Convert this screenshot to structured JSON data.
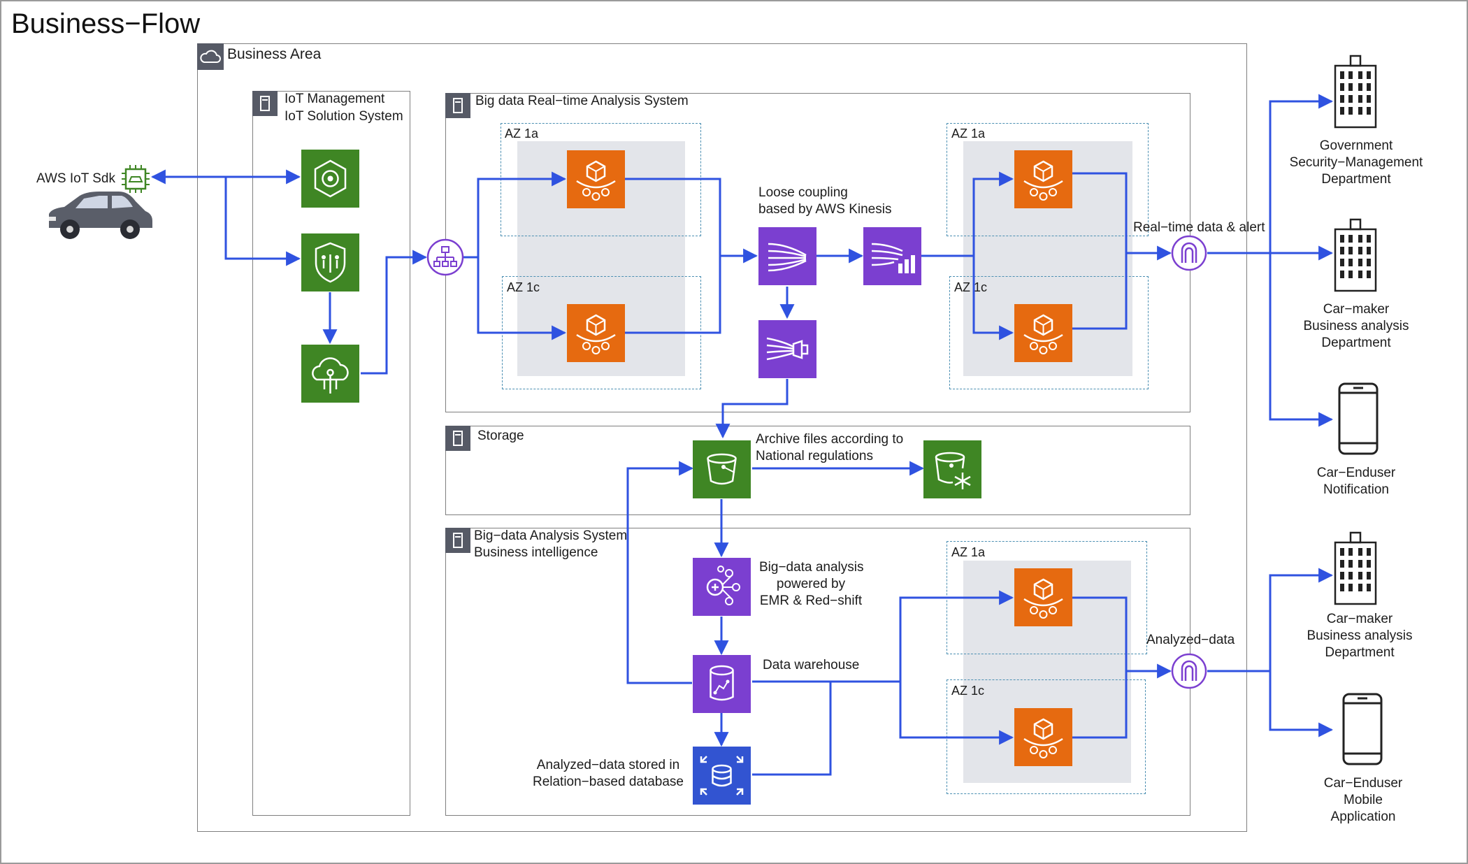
{
  "title": "Business−Flow",
  "business_area": "Business Area",
  "iot_group": {
    "line1": "IoT Management",
    "line2": "IoT Solution System"
  },
  "aws_iot_sdk": "AWS IoT Sdk",
  "realtime_group": "Big data Real−time Analysis System",
  "az": {
    "a": "AZ 1a",
    "c": "AZ 1c"
  },
  "kinesis": {
    "line1": "Loose coupling",
    "line2": "based by AWS Kinesis"
  },
  "realtime_alert": "Real−time data & alert",
  "storage_group": "Storage",
  "archive": {
    "line1": "Archive files according to",
    "line2": "National regulations"
  },
  "analysis_group": {
    "line1": "Big−data Analysis System",
    "line2": "Business intelligence"
  },
  "emr": {
    "line1": "Big−data analysis",
    "line2": "powered by",
    "line3": "EMR & Red−shift"
  },
  "warehouse": "Data warehouse",
  "rds": {
    "line1": "Analyzed−data stored in",
    "line2": "Relation−based database"
  },
  "analyzed_data": "Analyzed−data",
  "targets": {
    "gov": {
      "line1": "Government",
      "line2": "Security−Management",
      "line3": "Department"
    },
    "carmaker1": {
      "line1": "Car−maker",
      "line2": "Business analysis",
      "line3": "Department"
    },
    "enduser_notify": {
      "line1": "Car−Enduser",
      "line2": "Notification"
    },
    "carmaker2": {
      "line1": "Car−maker",
      "line2": "Business analysis",
      "line3": "Department"
    },
    "enduser_app": {
      "line1": "Car−Enduser",
      "line2": "Mobile",
      "line3": "Application"
    }
  },
  "colors": {
    "iot_green": "#3f8624",
    "compute_orange": "#e66a10",
    "analytics_purple": "#7b3fd0",
    "database_blue": "#3254d1",
    "arrow_blue": "#2f52e0"
  },
  "icons": {
    "iot_core": "iot-core-icon",
    "iot_device_defender": "iot-device-defender-icon",
    "iot_greengrass": "iot-greengrass-icon",
    "load_balancer": "load-balancer-icon",
    "ec2_auto_scaling": "auto-scaling-instance-icon",
    "kinesis_streams": "kinesis-data-streams-icon",
    "kinesis_analytics": "kinesis-data-analytics-icon",
    "kinesis_firehose": "kinesis-firehose-icon",
    "s3": "s3-bucket-icon",
    "glacier": "s3-glacier-icon",
    "emr": "emr-icon",
    "redshift": "redshift-icon",
    "rds": "rds-icon",
    "endpoint": "endpoint-icon",
    "building": "office-building-icon",
    "mobile": "mobile-phone-icon",
    "car": "car-icon",
    "chip": "iot-chip-icon"
  }
}
